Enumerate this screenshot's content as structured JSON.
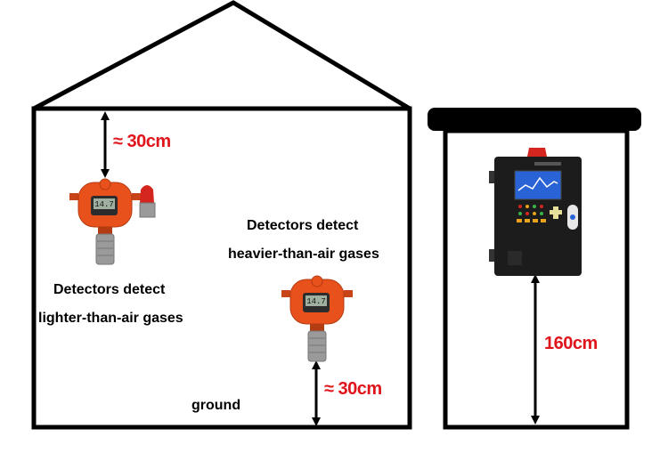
{
  "labels": {
    "ceiling_distance": "≈ 30cm",
    "floor_distance": "≈ 30cm",
    "controller_height": "160cm",
    "lighter_line1": "Detectors detect",
    "lighter_line2": "lighter-than-air gases",
    "heavier_line1": "Detectors detect",
    "heavier_line2": "heavier-than-air gases",
    "ground": "ground"
  },
  "detector_display": {
    "reading_left": "14.7",
    "reading_right": "14.7"
  },
  "colors": {
    "outline": "#000000",
    "measurement_text": "#e0151b",
    "detector_body": "#e8501c",
    "detector_sensor": "#9a9a9a",
    "detector_screen": "#2c2c2c",
    "controller_body": "#1c1c1c",
    "controller_screen": "#2a63d6",
    "alarm_light": "#d4261e"
  }
}
